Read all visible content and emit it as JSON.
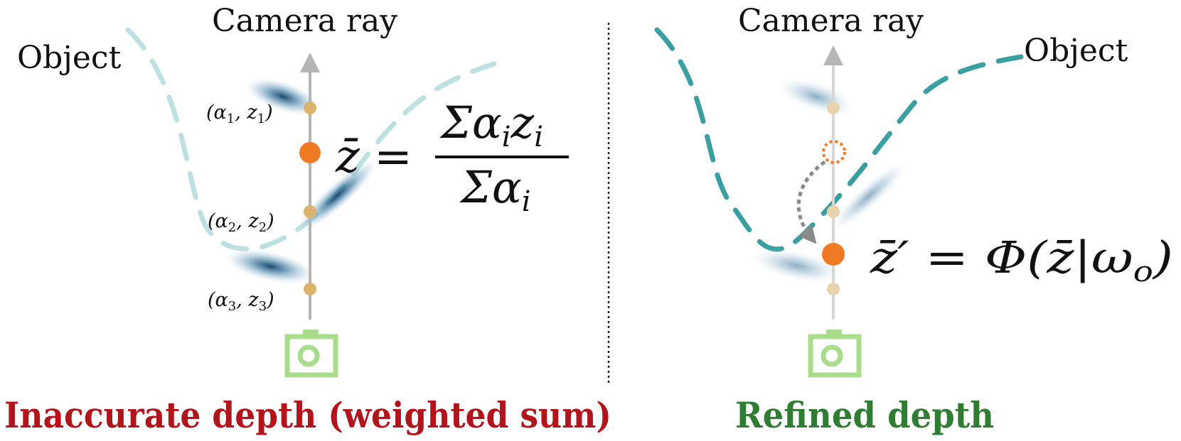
{
  "left_panel": {
    "camera_ray_label": "Camera ray",
    "object_label": "Object",
    "samples": [
      {
        "alpha": "α",
        "alpha_sub": "1",
        "z": "z",
        "z_sub": "1"
      },
      {
        "alpha": "α",
        "alpha_sub": "2",
        "z": "z",
        "z_sub": "2"
      },
      {
        "alpha": "α",
        "alpha_sub": "3",
        "z": "z",
        "z_sub": "3"
      }
    ],
    "formula": {
      "lhs": "z̄ =",
      "numerator": "Σα",
      "numerator_sub1": "i",
      "numerator_z": "z",
      "numerator_sub2": "i",
      "denominator": "Σα",
      "denominator_sub": "i"
    },
    "caption": "Inaccurate depth (weighted sum)"
  },
  "right_panel": {
    "camera_ray_label": "Camera ray",
    "object_label": "Object",
    "formula": {
      "lhs": "z̄′ = Φ(z̄|ω",
      "sub": "o",
      "close": ")"
    },
    "caption": "Refined depth"
  },
  "colors": {
    "caption_left": "#b2141b",
    "caption_right": "#2e7d32",
    "object_curve_left": "#bfe0e0",
    "object_curve_right": "#3a9fa0",
    "depth_point": "#f07a24",
    "sample_point": "#dcb36d",
    "camera": "#a9dc8c",
    "ray": "#b5b5b5",
    "gaussian": "#1e5a82"
  },
  "icons": [
    "camera-icon",
    "camera-icon"
  ]
}
